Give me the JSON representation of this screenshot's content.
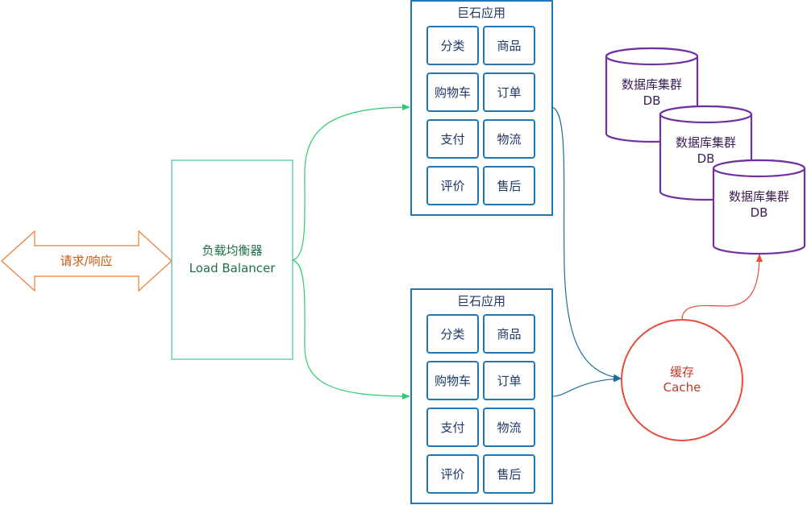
{
  "request": {
    "label": "请求/响应",
    "stroke": "#ED7D31",
    "text_color": "#C55A11"
  },
  "load_balancer": {
    "line1": "负载均衡器",
    "line2": "Load Balancer",
    "stroke": "#4FC1A0",
    "text_color": "#1E7145"
  },
  "monoliths": [
    {
      "title": "巨石应用",
      "modules": [
        "分类",
        "商品",
        "购物车",
        "订单",
        "支付",
        "物流",
        "评价",
        "售后"
      ]
    },
    {
      "title": "巨石应用",
      "modules": [
        "分类",
        "商品",
        "购物车",
        "订单",
        "支付",
        "物流",
        "评价",
        "售后"
      ]
    }
  ],
  "cache": {
    "line1": "缓存",
    "line2": "Cache",
    "stroke": "#E74C3C",
    "text_color": "#C0392B"
  },
  "databases": [
    {
      "line1": "数据库集群",
      "line2": "DB"
    },
    {
      "line1": "数据库集群",
      "line2": "DB"
    },
    {
      "line1": "数据库集群",
      "line2": "DB"
    }
  ],
  "colors": {
    "monolith_stroke": "#1F78B4",
    "module_text": "#1F3864",
    "lb_edge": "#2ECC71",
    "app_cache_edge": "#1F6E9C",
    "cache_db_edge": "#E74C3C",
    "db_stroke": "#7030A0",
    "db_text": "#3B1E54"
  }
}
